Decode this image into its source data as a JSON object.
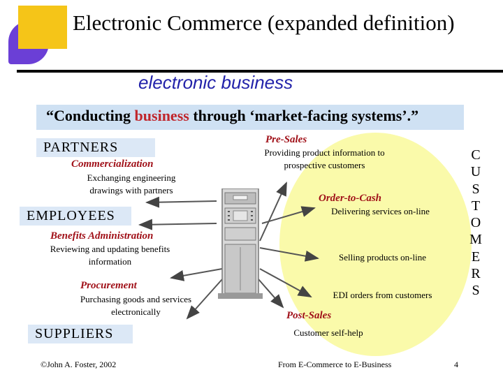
{
  "title": "Electronic Commerce (expanded definition)",
  "subtitle": "electronic business",
  "banner": {
    "prefix": "“Conducting ",
    "highlight": "business",
    "suffix": " through ‘market-facing systems’.”"
  },
  "left": {
    "partners_label": "PARTNERS",
    "commercialization_label": "Commercialization",
    "commercialization_desc": "Exchanging engineering drawings with partners",
    "employees_label": "EMPLOYEES",
    "benefits_label": "Benefits Administration",
    "benefits_desc": "Reviewing and updating benefits information",
    "procurement_label": "Procurement",
    "procurement_desc": "Purchasing goods and services electronically",
    "suppliers_label": "SUPPLIERS"
  },
  "right": {
    "presales_label": "Pre-Sales",
    "presales_desc": "Providing product information to prospective customers",
    "order_label": "Order-to-Cash",
    "order_desc": "Delivering services on-line",
    "selling_desc": "Selling products on-line",
    "edi_desc": "EDI orders from customers",
    "postsales_label": "Post-Sales",
    "postsales_desc": "Customer self-help"
  },
  "customers_letters": [
    "C",
    "U",
    "S",
    "T",
    "O",
    "M",
    "E",
    "R",
    "S"
  ],
  "footer": {
    "author": "©John A. Foster,  2002",
    "course": "From E-Commerce to E-Business",
    "page": "4"
  },
  "colors": {
    "title_underline": "#000000",
    "subtitle": "#2222aa",
    "highlight": "#c0262c",
    "banner_bg": "#cfe1f3",
    "ellipse": "#fafaaa",
    "logo_purple": "#6b3fd6",
    "logo_yellow": "#f5c518"
  }
}
